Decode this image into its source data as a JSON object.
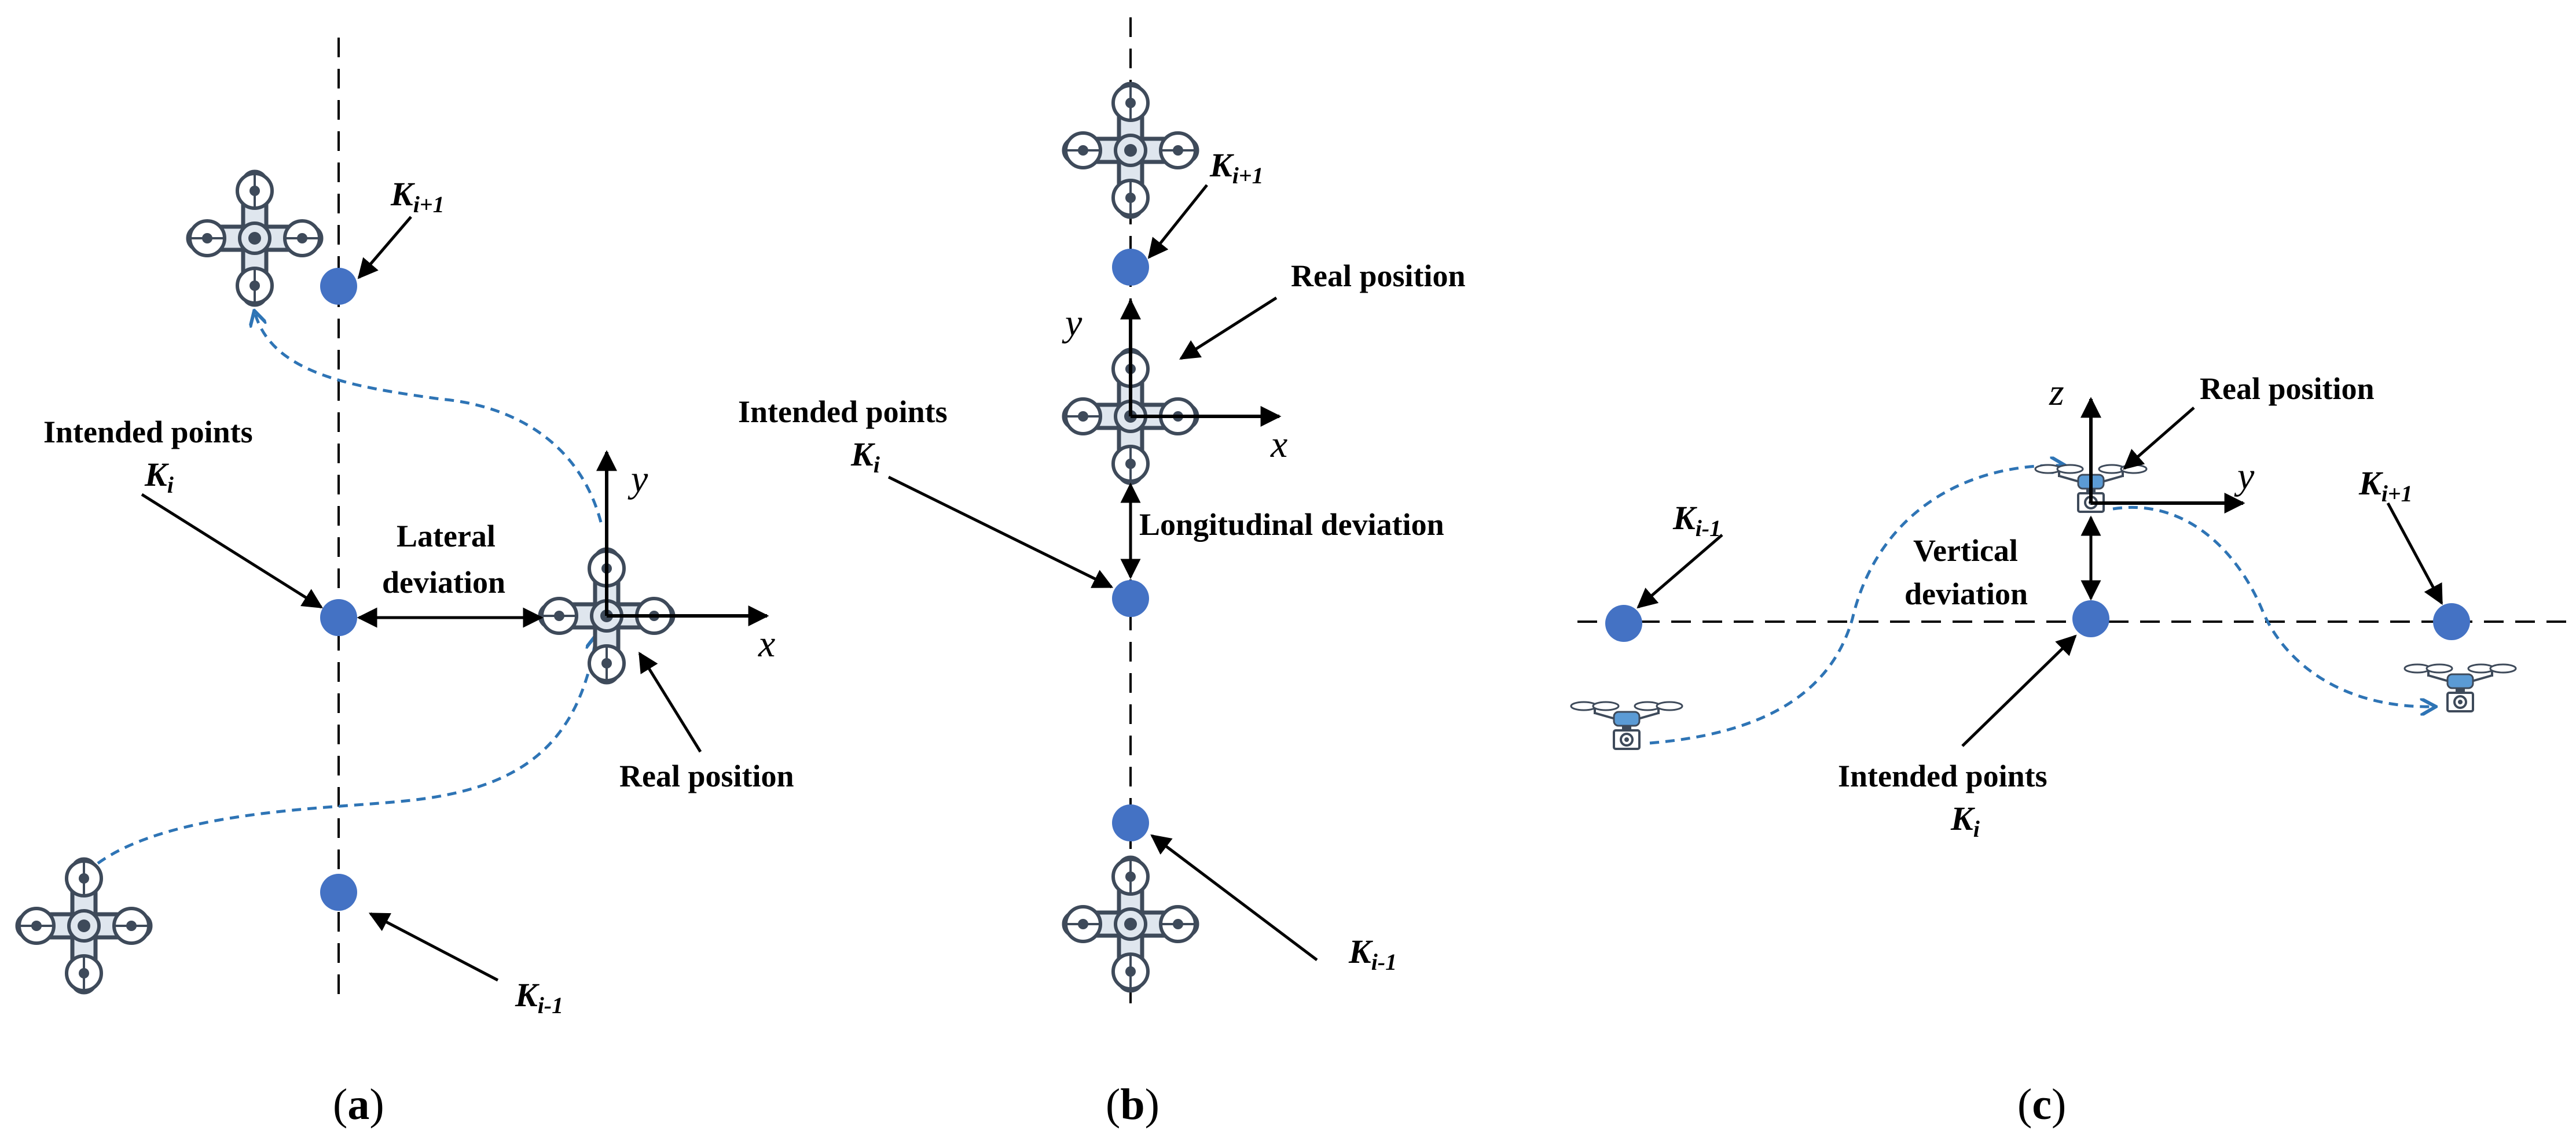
{
  "colors": {
    "point": "#4472c4",
    "path": "#2e74b5",
    "quad_body": "#3e4a5a",
    "quad_fill": "#dfe6ee",
    "camera_drone_accent": "#5b9bd5"
  },
  "panel_a": {
    "intended_label_line1": "Intended points",
    "intended_k": "K",
    "intended_sub": "i",
    "next_k": "K",
    "next_sub": "i+1",
    "prev_k": "K",
    "prev_sub": "i-1",
    "deviation_line1": "Lateral",
    "deviation_line2": "deviation",
    "real_position": "Real position",
    "axis_x": "x",
    "axis_y": "y",
    "caption_open": "(",
    "caption_letter": "a",
    "caption_close": ")",
    "icons": [
      "quadcopter-icon",
      "arrowhead-icon"
    ]
  },
  "panel_b": {
    "intended_label_line1": "Intended points",
    "intended_k": "K",
    "intended_sub": "i",
    "next_k": "K",
    "next_sub": "i+1",
    "prev_k": "K",
    "prev_sub": "i-1",
    "deviation": "Longitudinal deviation",
    "real_position": "Real position",
    "axis_x": "x",
    "axis_y": "y",
    "caption_open": "(",
    "caption_letter": "b",
    "caption_close": ")"
  },
  "panel_c": {
    "intended_label_line1": "Intended points",
    "intended_k": "K",
    "intended_sub": "i",
    "next_k": "K",
    "next_sub": "i+1",
    "prev_k": "K",
    "prev_sub": "i-1",
    "deviation_line1": "Vertical",
    "deviation_line2": "deviation",
    "real_position": "Real position",
    "axis_y": "y",
    "axis_z": "z",
    "caption_open": "(",
    "caption_letter": "c",
    "caption_close": ")",
    "icons": [
      "camera-drone-icon"
    ]
  }
}
